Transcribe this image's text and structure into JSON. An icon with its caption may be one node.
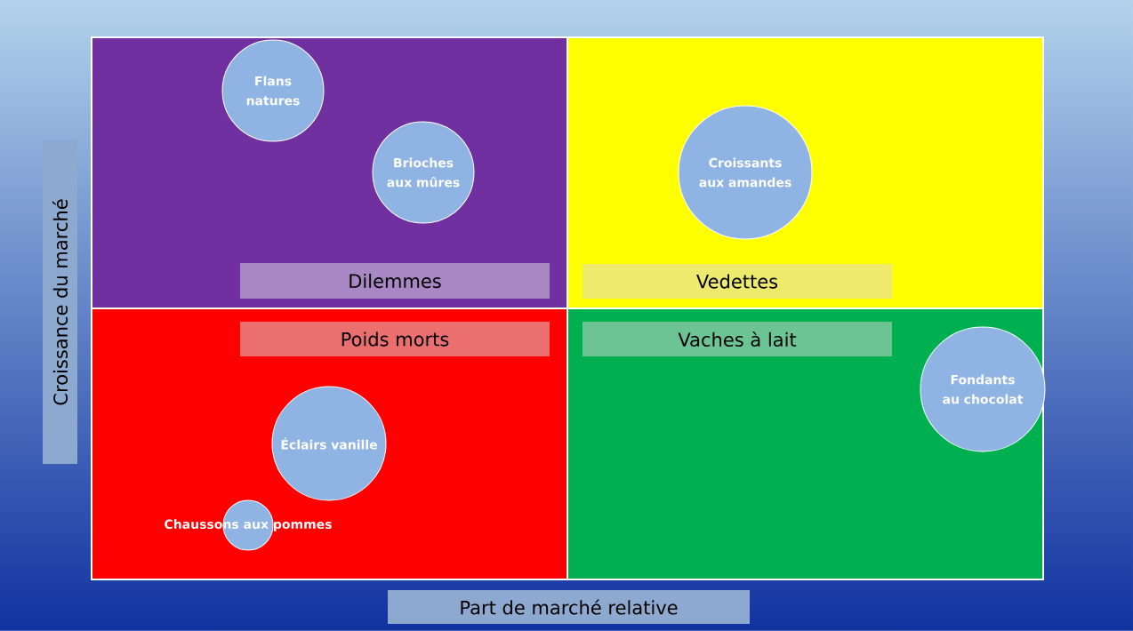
{
  "diagram": {
    "nodes": [
      {
        "text": [],
        "shape": "box"
      },
      {
        "text": [
          "Dilemmes"
        ],
        "in": 0
      },
      {
        "text": [
          "Flans natures"
        ],
        "in": 0
      },
      {
        "text": [
          "Brioches aux mûres"
        ],
        "in": 0
      },
      {
        "text": [],
        "shape": "box"
      },
      {
        "text": [
          "Croissants aux amandes"
        ],
        "in": 4
      },
      {
        "text": [
          "Vedettes"
        ],
        "in": 4
      },
      {
        "text": [],
        "shape": "box"
      },
      {
        "text": [
          "Poids morts"
        ],
        "in": 7
      },
      {
        "text": [
          "Éclairs vanille"
        ],
        "in": 7
      },
      {
        "text": [
          "Chaussons aux pommes"
        ],
        "in": 7
      },
      {
        "text": [],
        "shape": "box"
      },
      {
        "text": [
          "Vaches à lait"
        ],
        "in": 11
      },
      {
        "text": [
          "Fondants au chocolat"
        ],
        "in": 11
      }
    ],
    "labels": [
      "Croissance du marché",
      "Part de marché relative"
    ]
  }
}
